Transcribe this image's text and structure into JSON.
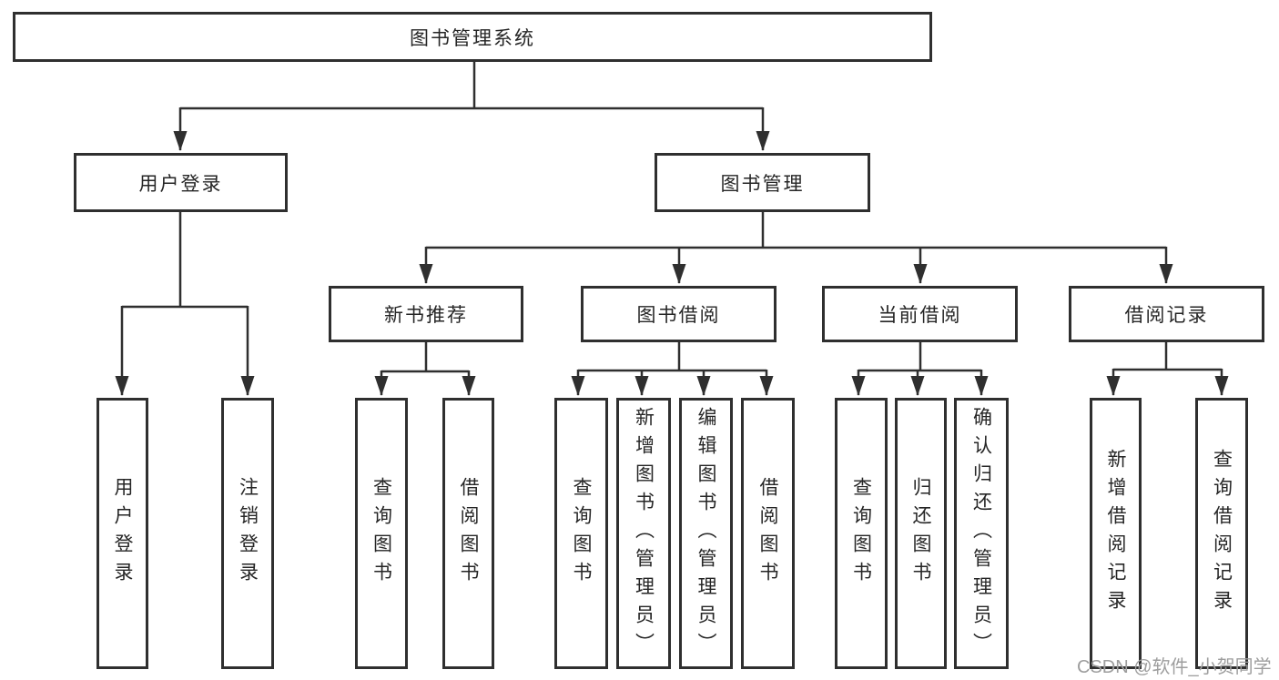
{
  "diagram": {
    "watermark": "CSDN @软件_小贺同学",
    "colors": {
      "line": "#2f2f2f",
      "text": "#262626",
      "box_background": "#ffffff",
      "watermark": "#9e9e9e",
      "page_background": "#ffffff"
    },
    "tree": {
      "label": "图书管理系统",
      "children": [
        {
          "label": "用户登录",
          "children": [
            {
              "label": "用户登录"
            },
            {
              "label": "注销登录"
            }
          ]
        },
        {
          "label": "图书管理",
          "children": [
            {
              "label": "新书推荐",
              "children": [
                {
                  "label": "查询图书"
                },
                {
                  "label": "借阅图书"
                }
              ]
            },
            {
              "label": "图书借阅",
              "children": [
                {
                  "label": "查询图书"
                },
                {
                  "label": "新增图书（管理员）"
                },
                {
                  "label": "编辑图书（管理员）"
                },
                {
                  "label": "借阅图书"
                }
              ]
            },
            {
              "label": "当前借阅",
              "children": [
                {
                  "label": "查询图书"
                },
                {
                  "label": "归还图书"
                },
                {
                  "label": "确认归还（管理员）"
                }
              ]
            },
            {
              "label": "借阅记录",
              "children": [
                {
                  "label": "新增借阅记录"
                },
                {
                  "label": "查询借阅记录"
                }
              ]
            }
          ]
        }
      ]
    }
  }
}
